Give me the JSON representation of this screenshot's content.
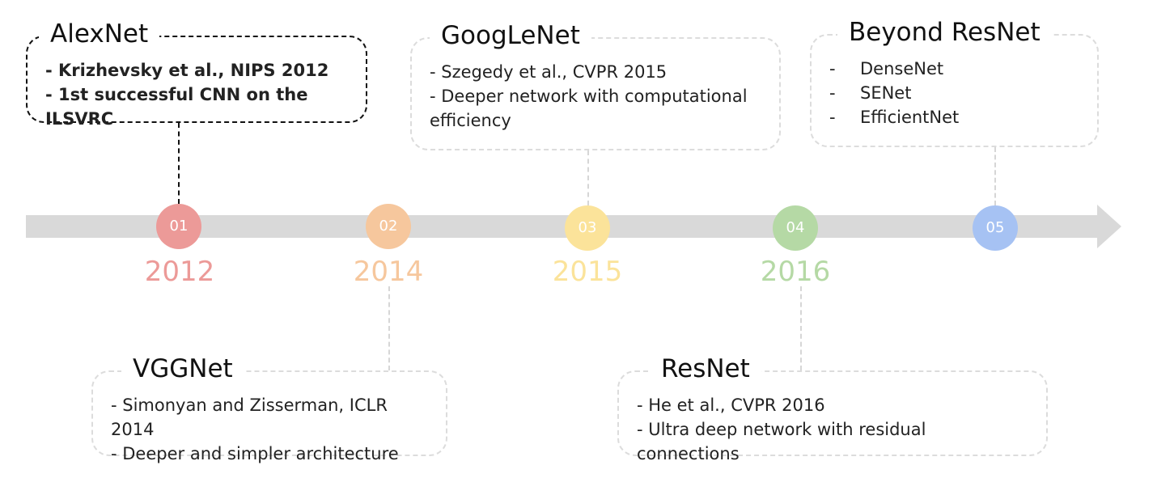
{
  "timeline": {
    "axis_color": "#d9d9d9",
    "milestones": [
      {
        "number": "01",
        "year": "2012",
        "color": "#ec9a98",
        "title": "AlexNet",
        "active": true,
        "bullets": [
          "- Krizhevsky et al., NIPS 2012",
          "- 1st successful CNN on the ILSVRC"
        ]
      },
      {
        "number": "02",
        "year": "2014",
        "color": "#f6c79d",
        "title": "VGGNet",
        "active": false,
        "bullets": [
          "- Simonyan and Zisserman, ICLR 2014",
          "- Deeper and simpler architecture"
        ]
      },
      {
        "number": "03",
        "year": "2015",
        "color": "#fbe39a",
        "title": "GoogLeNet",
        "active": false,
        "bullets": [
          "- Szegedy et al., CVPR 2015",
          "- Deeper network with computational",
          "efficiency"
        ]
      },
      {
        "number": "04",
        "year": "2016",
        "color": "#b5d9a5",
        "title": "ResNet",
        "active": false,
        "bullets": [
          "- He et al., CVPR 2016",
          "- Ultra deep network with residual connections"
        ]
      },
      {
        "number": "05",
        "year": "",
        "color": "#a6c2f3",
        "title": "Beyond ResNet",
        "active": false,
        "bullets": [
          "-\tDenseNet",
          "-\tSENet",
          "-\tEfficientNet"
        ]
      }
    ]
  }
}
